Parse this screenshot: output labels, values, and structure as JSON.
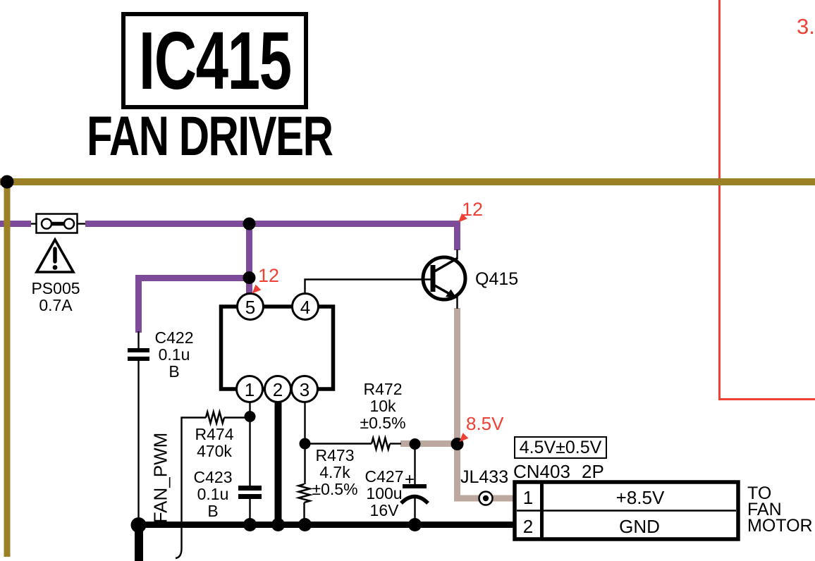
{
  "title": {
    "ref": "IC415",
    "name": "FAN DRIVER"
  },
  "annotations": {
    "pin5_voltage": "12",
    "collector_voltage": "12",
    "emitter_voltage": "8.5V",
    "top_right_partial": "3.",
    "output_spec": "4.5V±0.5V"
  },
  "fuse": {
    "ref": "PS005",
    "rating": "0.7A"
  },
  "ic": {
    "pins": [
      {
        "num": "5"
      },
      {
        "num": "4"
      },
      {
        "num": "1"
      },
      {
        "num": "2"
      },
      {
        "num": "3"
      }
    ]
  },
  "transistor": {
    "ref": "Q415"
  },
  "capacitors": {
    "c422": {
      "ref": "C422",
      "value": "0.1u",
      "grade": "B"
    },
    "c423": {
      "ref": "C423",
      "value": "0.1u",
      "grade": "B"
    },
    "c427": {
      "ref": "C427",
      "polarity": "+",
      "value": "100u",
      "voltage": "16V"
    }
  },
  "resistors": {
    "r474": {
      "ref": "R474",
      "value": "470k"
    },
    "r473": {
      "ref": "R473",
      "value": "4.7k",
      "tolerance": "±0.5%"
    },
    "r472": {
      "ref": "R472",
      "value": "10k",
      "tolerance": "±0.5%"
    }
  },
  "signals": {
    "fan_pwm": "FAN_PWM"
  },
  "jumper": {
    "ref": "JL433"
  },
  "connector": {
    "ref": "CN403",
    "size": "2P",
    "pins": [
      {
        "num": "1",
        "label": "+8.5V"
      },
      {
        "num": "2",
        "label": "GND"
      }
    ],
    "destination": [
      "TO",
      "FAN",
      "MOTOR"
    ]
  },
  "colors": {
    "bus_olive": "#9C8025",
    "wire_purple": "#7D4B99",
    "wire_tan": "#BCA89E",
    "annotation_red": "#EF4035"
  }
}
